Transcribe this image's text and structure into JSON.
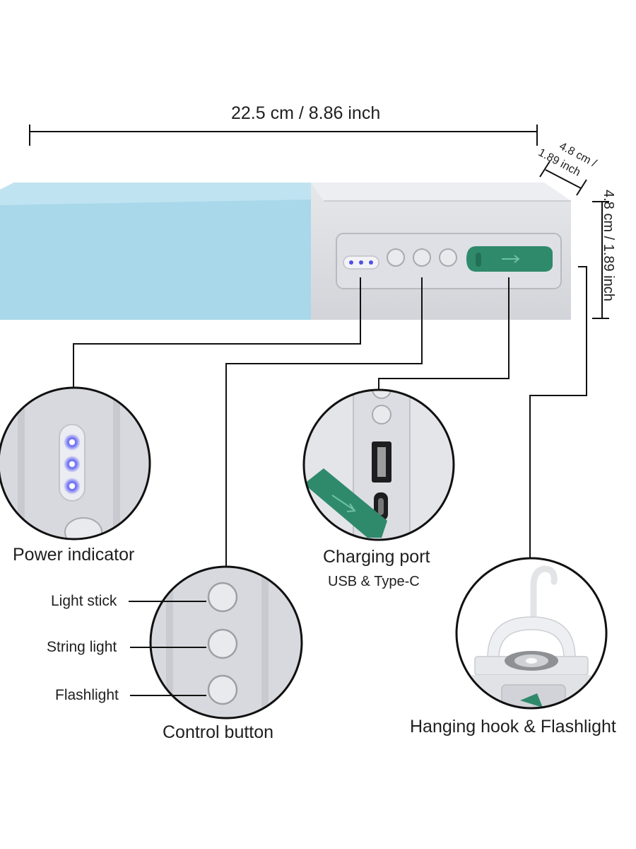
{
  "dimensions": {
    "length": "22.5 cm / 8.86 inch",
    "depth_line1": "4.8 cm /",
    "depth_line2": "1.89 inch",
    "height": "4.8 cm / 1.89 inch"
  },
  "callouts": {
    "power_indicator": "Power indicator",
    "charging_port": "Charging port",
    "charging_port_sub": "USB & Type-C",
    "control_button": "Control button",
    "hanging_hook": "Hanging hook & Flashlight"
  },
  "buttons": {
    "light_stick": "Light stick",
    "string_light": "String light",
    "flashlight": "Flashlight"
  },
  "colors": {
    "blue_body": "#a8d8ea",
    "gray_body": "#dcdde2",
    "green_cover": "#2f8a6c",
    "indicator_led": "#5b5cf0",
    "line": "#111111"
  },
  "icons": [
    "usb-icon"
  ]
}
